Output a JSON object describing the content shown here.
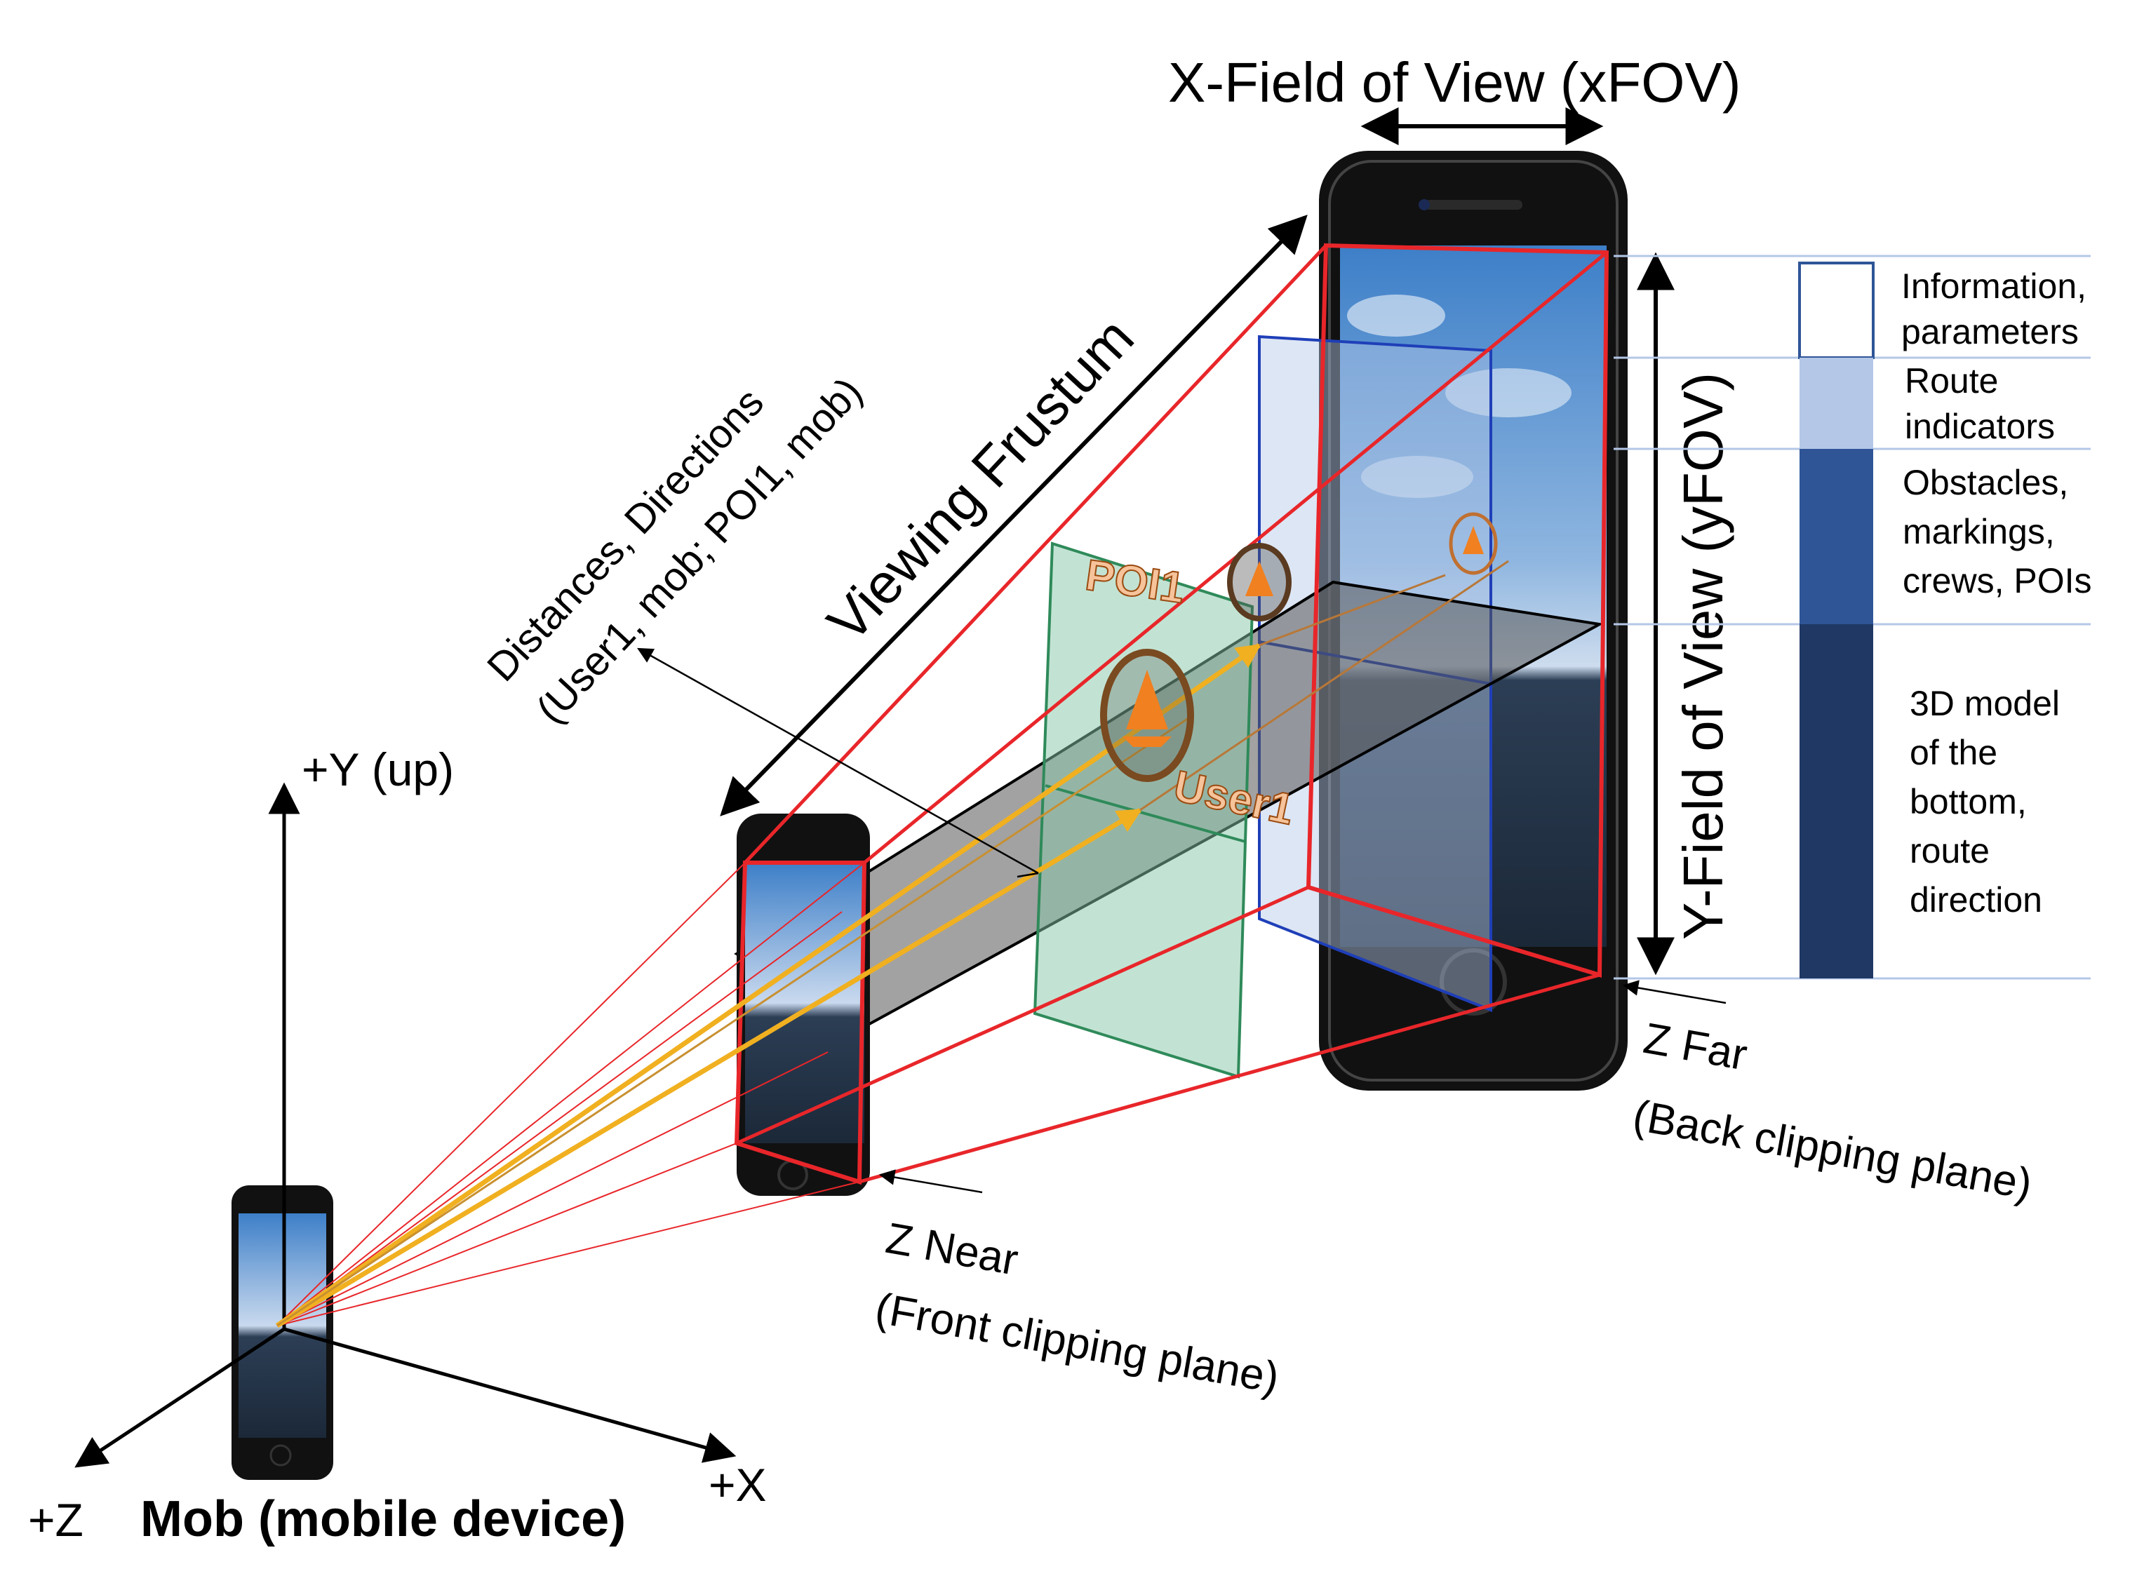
{
  "labels": {
    "xfov": "X-Field of View (xFOV)",
    "yfov": "Y-Field of View (yFOV)",
    "frustum": "Viewing Frustum",
    "distances_line1": "Distances, Directions",
    "distances_line2": "(User1, mob; POI1, mob)",
    "y_axis": "+Y (up)",
    "x_axis": "+X",
    "z_axis": "+Z",
    "mob": "Mob (mobile device)",
    "znear_line1": "Z Near",
    "znear_line2": "(Front clipping plane)",
    "zfar_line1": "Z Far",
    "zfar_line2": "(Back clipping plane)",
    "poi": "POI1",
    "user": "User1"
  },
  "legend": [
    {
      "lines": [
        "Information,",
        "parameters"
      ],
      "color": "#ffffff"
    },
    {
      "lines": [
        "Route",
        "indicators"
      ],
      "color": "#b4c7e7"
    },
    {
      "lines": [
        "Obstacles,",
        "markings,",
        "crews, POIs"
      ],
      "color": "#2f5597"
    },
    {
      "lines": [
        "3D model",
        "of the",
        "bottom,",
        "route",
        "direction"
      ],
      "color": "#1f3864"
    }
  ],
  "colors": {
    "frustum_edge": "#e8262a",
    "blue_plane": "#1f3fb8",
    "green_plane": "#2f8a5a",
    "ray": "#f0b020",
    "phone": "#111111",
    "sky_top": "#3d7fc8",
    "sea": "#1b2838"
  }
}
